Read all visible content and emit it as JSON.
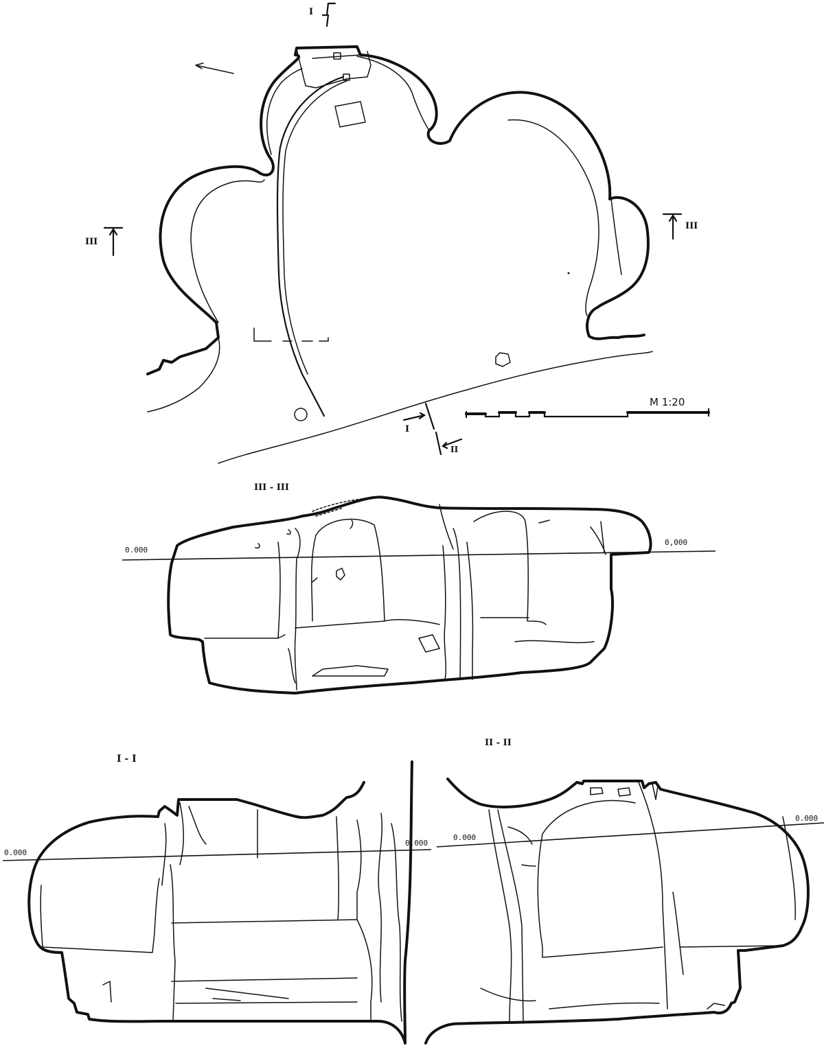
{
  "plan": {
    "section_marks": {
      "top": "I",
      "left": "III",
      "right": "III",
      "bottom_1": "I",
      "bottom_2": "II"
    },
    "scale_label": "M 1:20"
  },
  "section_iii": {
    "title": "III - III",
    "level_left": "0.000",
    "level_right": "0,000"
  },
  "section_i": {
    "title": "I - I",
    "level_left": "0.000",
    "level_right": "0.000"
  },
  "section_ii": {
    "title": "II - II",
    "level_left": "0.000",
    "level_right": "0.000"
  }
}
